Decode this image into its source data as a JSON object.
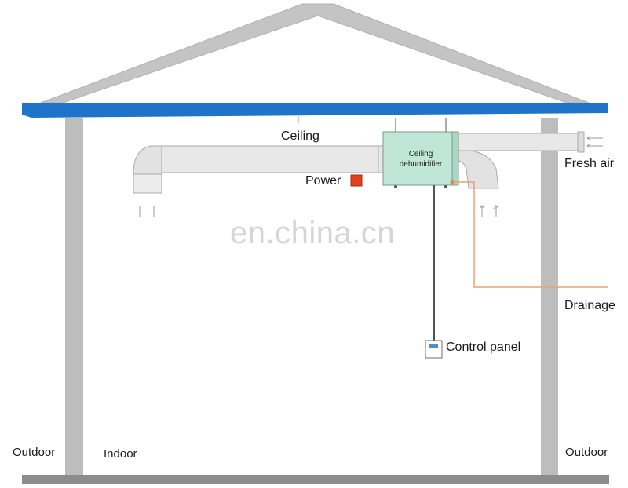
{
  "labels": {
    "ceiling": "Ceiling",
    "unit_line1": "Ceiling",
    "unit_line2": "dehumidifier",
    "power": "Power",
    "fresh_air": "Fresh air",
    "drainage": "Drainage",
    "control_panel": "Control panel",
    "outdoor_left": "Outdoor",
    "indoor": "Indoor",
    "outdoor_right": "Outdoor"
  },
  "watermark": "en.china.cn",
  "colors": {
    "roof": "#1f74c9",
    "wall": "#bdbdbd",
    "duct": "#e8e8e8",
    "duct_stroke": "#aaaaaa",
    "unit": "#bfe6d6",
    "power": "#e0401a",
    "drain_pipe": "#e3a37a",
    "ground": "#8c8c8c"
  },
  "icons": {
    "arrows_in": "airflow-arrow-icon",
    "arrows_up": "airflow-arrow-icon"
  }
}
